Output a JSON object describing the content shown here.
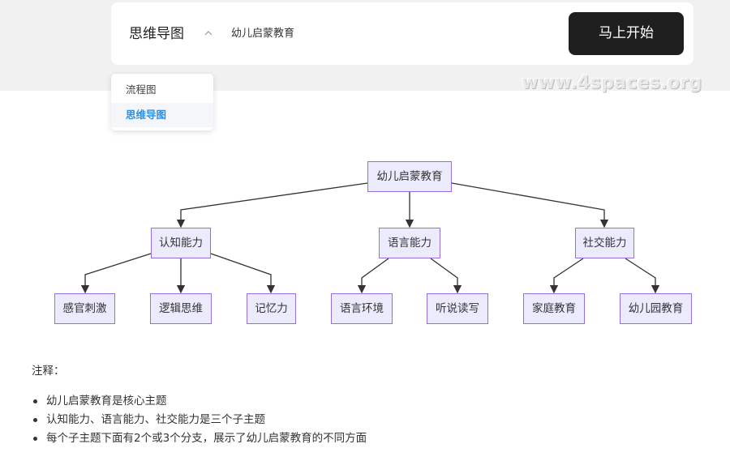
{
  "toolbar": {
    "type_label": "思维导图",
    "topic_value": "幼儿启蒙教育",
    "start_label": "马上开始"
  },
  "dropdown": {
    "items": [
      {
        "label": "流程图",
        "selected": false
      },
      {
        "label": "思维导图",
        "selected": true
      }
    ]
  },
  "watermark": "www.4spaces.org",
  "mindmap": {
    "root": "幼儿启蒙教育",
    "branches": [
      {
        "label": "认知能力",
        "children": [
          "感官刺激",
          "逻辑思维",
          "记忆力"
        ]
      },
      {
        "label": "语言能力",
        "children": [
          "语言环境",
          "听说读写"
        ]
      },
      {
        "label": "社交能力",
        "children": [
          "家庭教育",
          "幼儿园教育"
        ]
      }
    ]
  },
  "notes": {
    "title": "注释：",
    "items": [
      "幼儿启蒙教育是核心主题",
      "认知能力、语言能力、社交能力是三个子主题",
      "每个子主题下面有2个或3个分支，展示了幼儿启蒙教育的不同方面"
    ]
  },
  "colors": {
    "node_fill": "#ecebfe",
    "node_border": "#9370db",
    "accent": "#2f8fe0",
    "button": "#1f1f1f"
  }
}
